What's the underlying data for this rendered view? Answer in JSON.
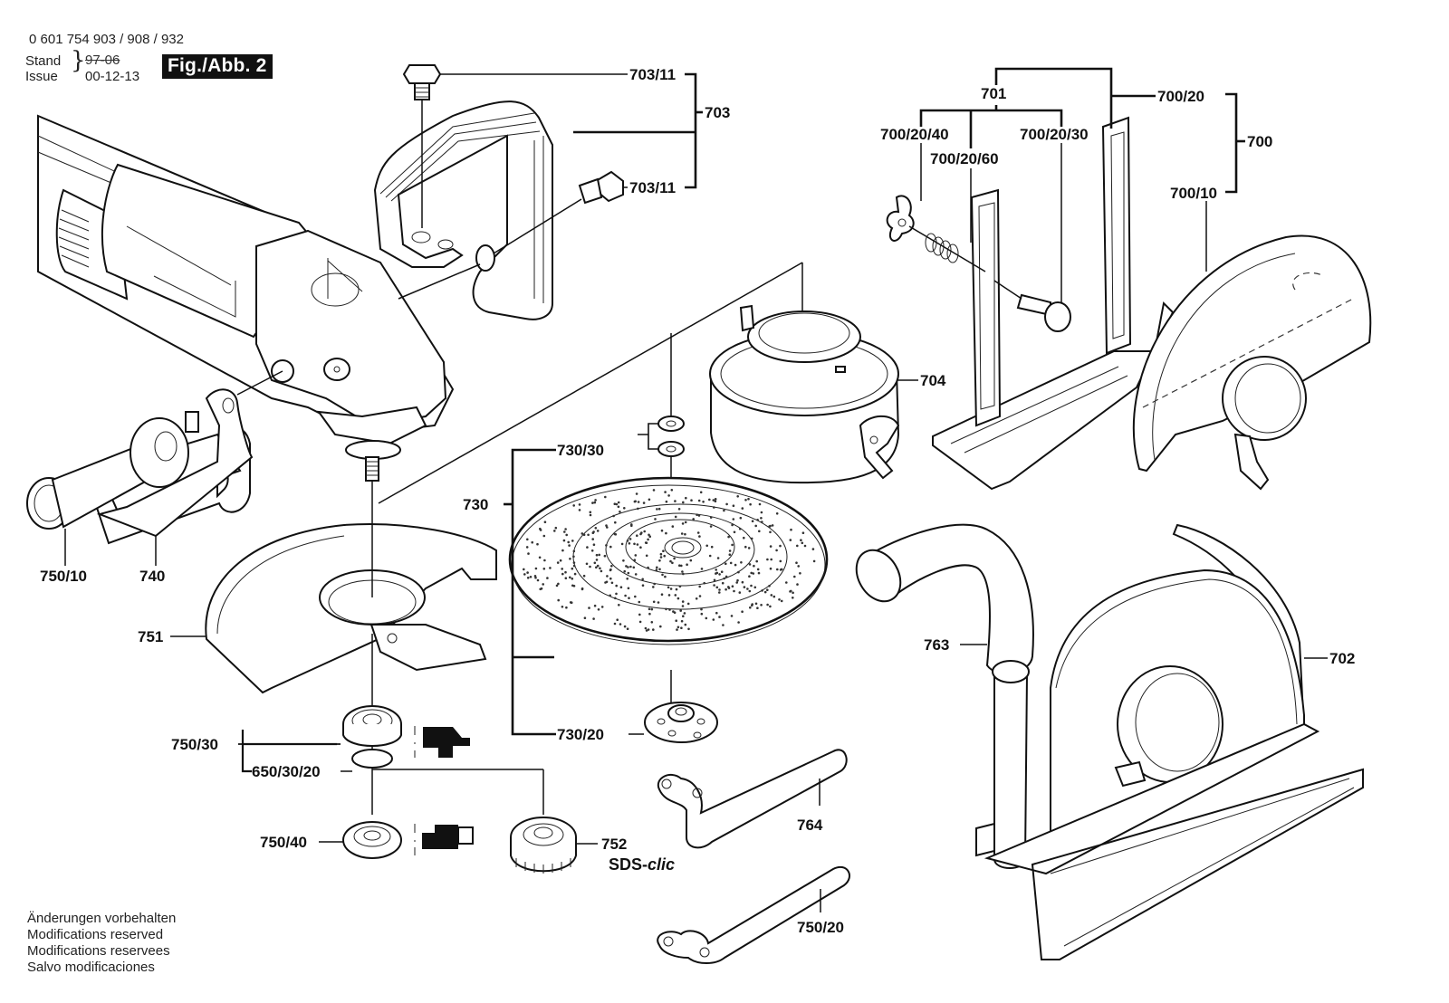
{
  "header": {
    "model_number": "0 601 754 903 / 908 / 932",
    "stand_label": "Stand",
    "issue_label": "Issue",
    "stand_date_struck": "97-06",
    "issue_date": "00-12-13",
    "figure_label": "Fig./Abb. 2"
  },
  "footer_notes": [
    "Änderungen vorbehalten",
    "Modifications reserved",
    "Modifications reservees",
    "Salvo modificaciones"
  ],
  "parts": {
    "p703_11_top": "703/11",
    "p703_11_bottom": "703/11",
    "p703": "703",
    "p701": "701",
    "p700_20": "700/20",
    "p700": "700",
    "p700_20_40": "700/20/40",
    "p700_20_60": "700/20/60",
    "p700_20_30": "700/20/30",
    "p700_10": "700/10",
    "p704": "704",
    "p730_30": "730/30",
    "p730": "730",
    "p730_20": "730/20",
    "p750_10": "750/10",
    "p740": "740",
    "p751": "751",
    "p763": "763",
    "p702": "702",
    "p750_30": "750/30",
    "p650_30_20": "650/30/20",
    "p750_40": "750/40",
    "p752": "752",
    "p764": "764",
    "p750_20": "750/20"
  },
  "brand_mark": {
    "prefix": "SDS-",
    "suffix": "clic"
  }
}
